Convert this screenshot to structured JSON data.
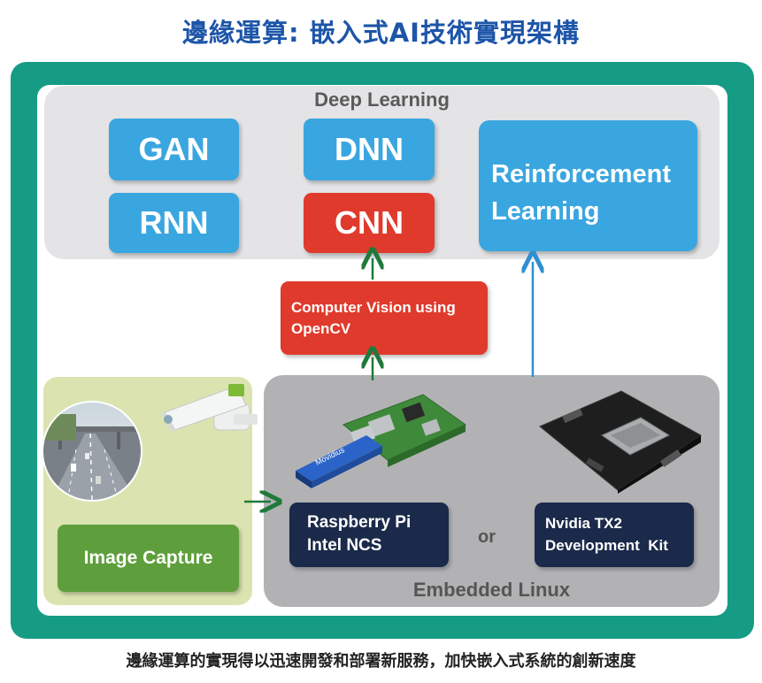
{
  "title": "邊緣運算: 嵌入式AI技術實現架構",
  "deep_learning": {
    "label": "Deep Learning",
    "models": [
      "GAN",
      "DNN",
      "RNN",
      "CNN"
    ],
    "reinforcement": [
      "Reinforcement",
      "Learning"
    ]
  },
  "computer_vision": [
    "Computer Vision using",
    "OpenCV"
  ],
  "image_capture": {
    "label": "Image Capture"
  },
  "embedded": {
    "label": "Embedded Linux",
    "raspberry": [
      "Raspberry Pi",
      "Intel NCS"
    ],
    "or": "or",
    "nvidia": [
      "Nvidia TX2",
      "Development  Kit"
    ],
    "ncs_brand": "Movidius"
  },
  "footer": "邊緣運算的實現得以迅速開發和部署新服務，加快嵌入式系統的創新速度",
  "colors": {
    "title": "#1d55a8",
    "frame": "#169c84",
    "blue": "#3aa6e0",
    "red": "#e03a2c",
    "green": "#5f9e3c",
    "navy": "#1b2a4a",
    "arrow_green": "#1f7a3a",
    "arrow_blue": "#2f8fd0"
  }
}
